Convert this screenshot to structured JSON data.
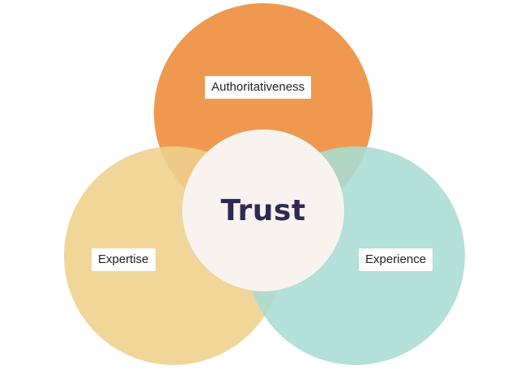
{
  "colors": {
    "authoritativeness": "#ee9447",
    "expertise": "#efd08c",
    "experience": "#a9dcd3",
    "trust_center": "#f8f3ee",
    "trust_text": "#2d2a55"
  },
  "center_label": "Trust",
  "circles": {
    "authoritativeness": {
      "label": "Authoritativeness"
    },
    "expertise": {
      "label": "Expertise"
    },
    "experience": {
      "label": "Experience"
    }
  }
}
